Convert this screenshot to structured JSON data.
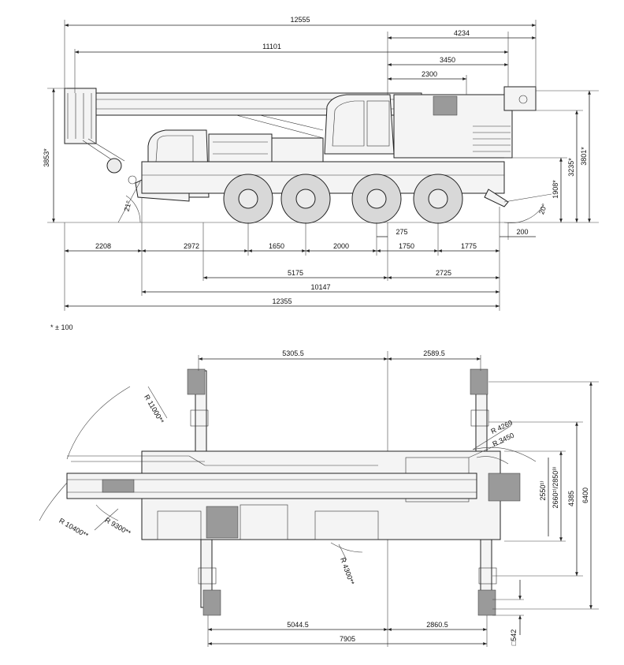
{
  "side_view": {
    "top_dims": {
      "overall_length": "12555",
      "boom_length": "11101",
      "rear_overhang": "4234",
      "boom_rear": "3450",
      "cab_rear": "2300"
    },
    "heights": {
      "overall_height": "3853*",
      "height_right": "3801*",
      "cab_height": "3235*",
      "deck_height": "1908*"
    },
    "angles": {
      "approach": "21°",
      "departure": "20°"
    },
    "bottom_dims": {
      "front_overhang": "2208",
      "axle_1_2": "2972",
      "axle_2_3": "1650",
      "axle_3_4": "2000",
      "axle_4_5": "1750",
      "axle_5_end": "1775",
      "small_offset": "275",
      "rear_bumper": "200",
      "wheelbase_a": "5175",
      "wheelbase_b": "2725",
      "wheelbase_total": "10147",
      "overall": "12355"
    },
    "footnote": "* ± 100"
  },
  "top_view": {
    "top_dims": {
      "front_outrigger": "5305.5",
      "rear_outrigger": "2589.5"
    },
    "radii": {
      "r_11000": "R 11000**",
      "r_10400": "R 10400**",
      "r_9300": "R 9300**",
      "r_4269": "R 4269",
      "r_3450": "R 3450",
      "r_4300": "R 4300**"
    },
    "widths": {
      "width_2550": "2550¹⁾",
      "width_2660": "2660²⁾/2850³⁾",
      "width_4385": "4385",
      "width_6400": "6400"
    },
    "bottom_dims": {
      "front_support": "5044.5",
      "rear_support": "2860.5",
      "total_support": "7905",
      "pad_size": "□542"
    }
  }
}
